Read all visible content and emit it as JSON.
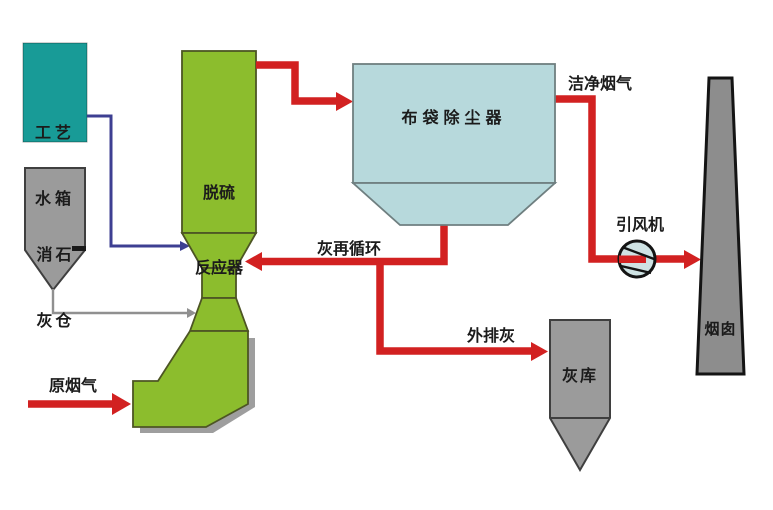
{
  "nodes": {
    "water_tank": {
      "line1": "工艺",
      "line2": "水箱"
    },
    "lime_silo": {
      "line1": "消石",
      "line2": "灰仓"
    },
    "reactor": {
      "line1": "脱硫",
      "line2": "反应器"
    },
    "bag_filter": {
      "label": "布袋除尘器"
    },
    "ash_silo": {
      "label": "灰库"
    },
    "chimney": {
      "label": "烟囱"
    },
    "fan": {
      "label": "引风机"
    }
  },
  "flow_labels": {
    "clean_gas": "洁净烟气",
    "ash_recirculation": "灰再循环",
    "ash_discharge": "外排灰",
    "raw_gas": "原烟气"
  },
  "colors": {
    "reactor-green": "#8cbd2d",
    "reactor-outline": "#4d5524",
    "tank-teal": "#189b97",
    "silo-gray": "#9b9b9b",
    "silo-outline": "#3f3f3f",
    "shadow-gray": "#9e9e9e",
    "filter-blue": "#b7d9dc",
    "filter-outline": "#6f7f80",
    "chimney-gray": "#8d8d8d",
    "chimney-outline": "#141414",
    "pipe-red": "#d22121",
    "water-line-blue": "#3d3f92",
    "lime-line-gray": "#909090",
    "fan-fill": "#cfe3e4",
    "text": "#1b1b1b"
  }
}
